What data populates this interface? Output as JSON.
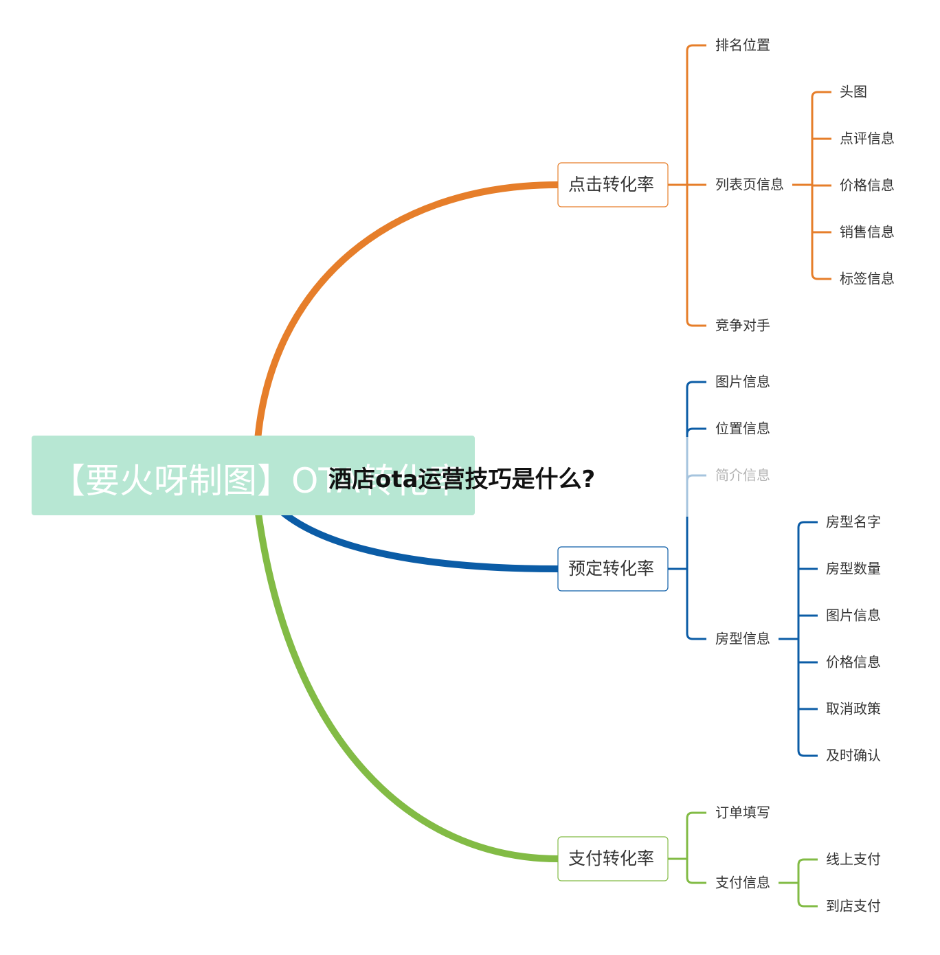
{
  "root": {
    "label": "【要火呀制图】OTA转化率"
  },
  "overlay_title": "酒店ota运营技巧是什么?",
  "colors": {
    "orange": "#e67e2a",
    "blue": "#0b5ca6",
    "green": "#82bb45",
    "faded_blue": "#a6c4de",
    "text": "#333333"
  },
  "branches": [
    {
      "label": "点击转化率",
      "color": "#e67e2a",
      "children": [
        {
          "label": "排名位置"
        },
        {
          "label": "列表页信息",
          "children": [
            "头图",
            "点评信息",
            "价格信息",
            "销售信息",
            "标签信息"
          ]
        },
        {
          "label": "竞争对手"
        }
      ]
    },
    {
      "label": "预定转化率",
      "color": "#0b5ca6",
      "children": [
        {
          "label": "图片信息"
        },
        {
          "label": "位置信息"
        },
        {
          "label": "简介信息",
          "faded": true
        },
        {
          "label": "房型信息",
          "children": [
            "房型名字",
            "房型数量",
            "图片信息",
            "价格信息",
            "取消政策",
            "及时确认"
          ]
        }
      ]
    },
    {
      "label": "支付转化率",
      "color": "#82bb45",
      "children": [
        {
          "label": "订单填写"
        },
        {
          "label": "支付信息",
          "children": [
            "线上支付",
            "到店支付"
          ]
        }
      ]
    }
  ]
}
